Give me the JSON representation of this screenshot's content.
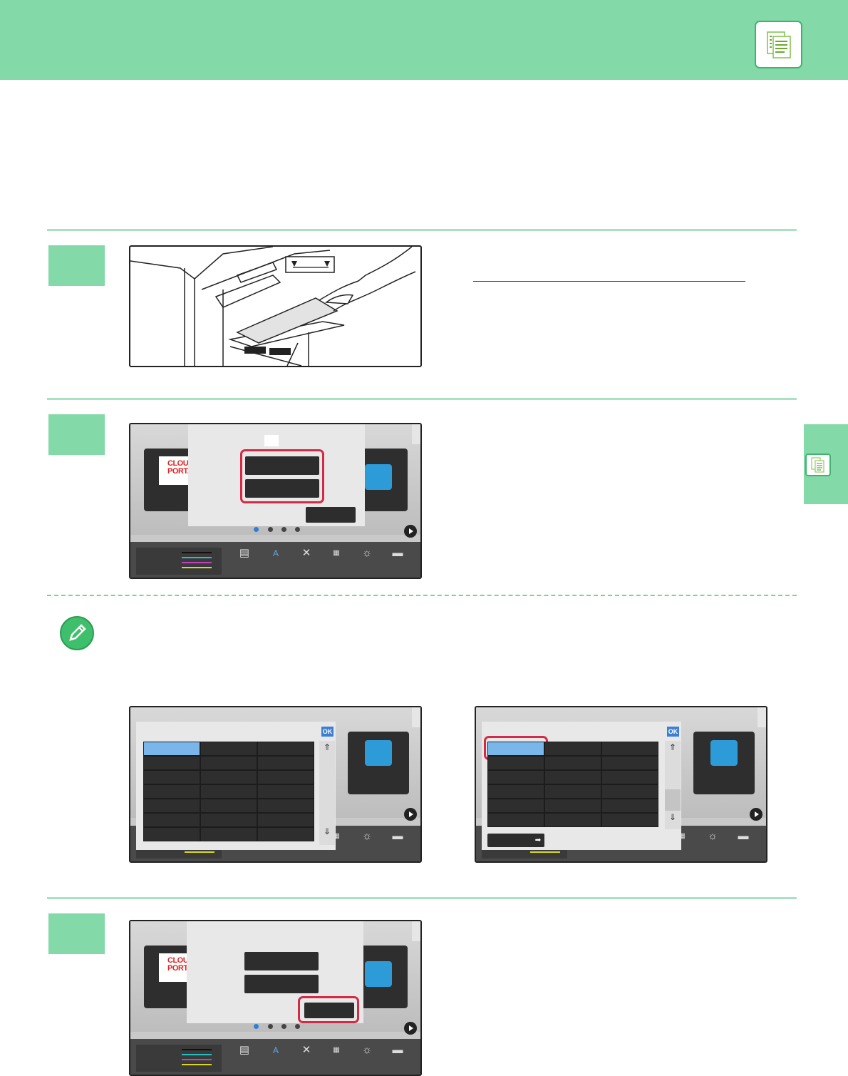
{
  "header": {
    "title": "",
    "section_icon": "copy-document-icon"
  },
  "side_tab": {
    "icon": "copy-document-icon"
  },
  "steps": [
    {
      "number": "",
      "illustration": "bypass-tray-paper-loading",
      "text": ""
    },
    {
      "number": "",
      "illustration": "tray-settings-screen",
      "text": ""
    },
    {
      "number": "",
      "illustration": "tray-settings-ok-screen",
      "text": ""
    }
  ],
  "note": {
    "icon": "pencil-note-icon",
    "illustrations": [
      "paper-size-list-screen",
      "paper-type-list-screen"
    ]
  },
  "screen": {
    "ok_label": "OK",
    "cloud_portal_line1": "CLOUD",
    "cloud_portal_line2": "PORTAL",
    "toner_colors": [
      "#111111",
      "#23c0c0",
      "#c23fc0",
      "#d8d820"
    ]
  }
}
